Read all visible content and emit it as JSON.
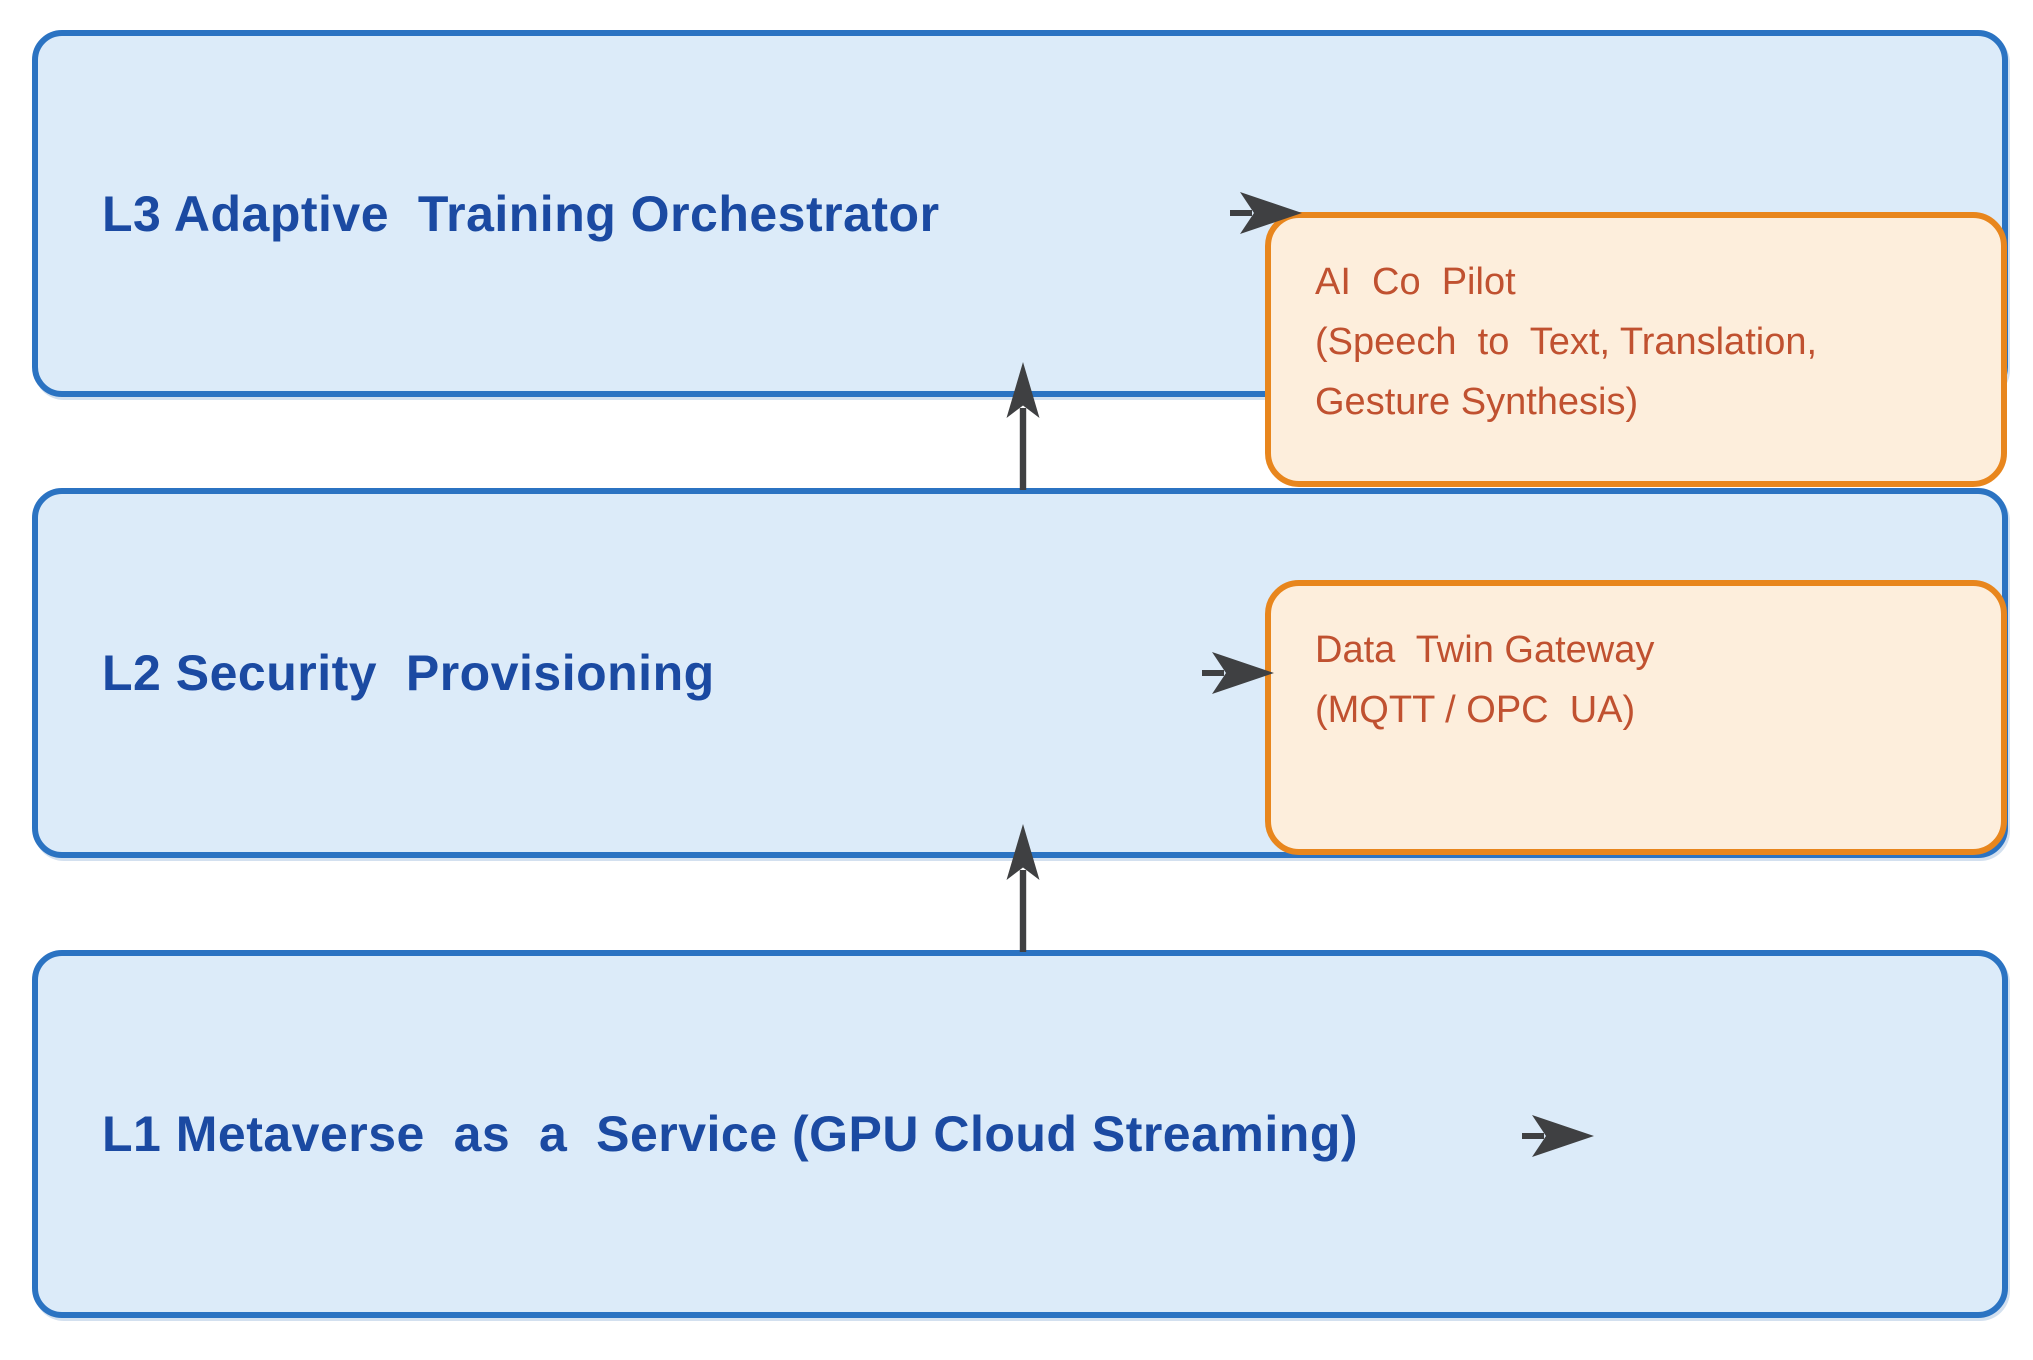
{
  "diagram": {
    "title_implied": "Layered metaverse training platform architecture",
    "background_color": "#ffffff",
    "colors": {
      "layer_fill": "#dcebf9",
      "layer_border": "#2b73c2",
      "layer_text": "#1b4aa2",
      "callout_fill": "#fdeedc",
      "callout_border": "#e8861d",
      "callout_text": "#c05130",
      "arrow": "#3f4042"
    },
    "layers": [
      {
        "id": "L3",
        "label": "L3 Adaptive  Training Orchestrator"
      },
      {
        "id": "L2",
        "label": "L2 Security  Provisioning"
      },
      {
        "id": "L1",
        "label": "L1 Metaverse  as  a  Service (GPU Cloud Streaming)"
      }
    ],
    "callouts": [
      {
        "id": "ai-co-pilot",
        "text": "AI  Co  Pilot\n(Speech  to  Text, Translation,\nGesture Synthesis)"
      },
      {
        "id": "data-twin-gateway",
        "text": "Data  Twin Gateway\n(MQTT / OPC  UA)"
      }
    ],
    "connectors": [
      {
        "type": "up-arrow",
        "from": "L2",
        "to": "L3",
        "glyph": "↑"
      },
      {
        "type": "up-arrow",
        "from": "L1",
        "to": "L2",
        "glyph": "↑"
      },
      {
        "type": "right-arrow",
        "from": "L3",
        "to": "ai-co-pilot",
        "glyph": "➤"
      },
      {
        "type": "right-arrow",
        "from": "L2",
        "to": "data-twin-gateway",
        "glyph": "➤"
      },
      {
        "type": "right-arrow",
        "from": "L1",
        "to": "",
        "glyph": "➤"
      }
    ]
  }
}
